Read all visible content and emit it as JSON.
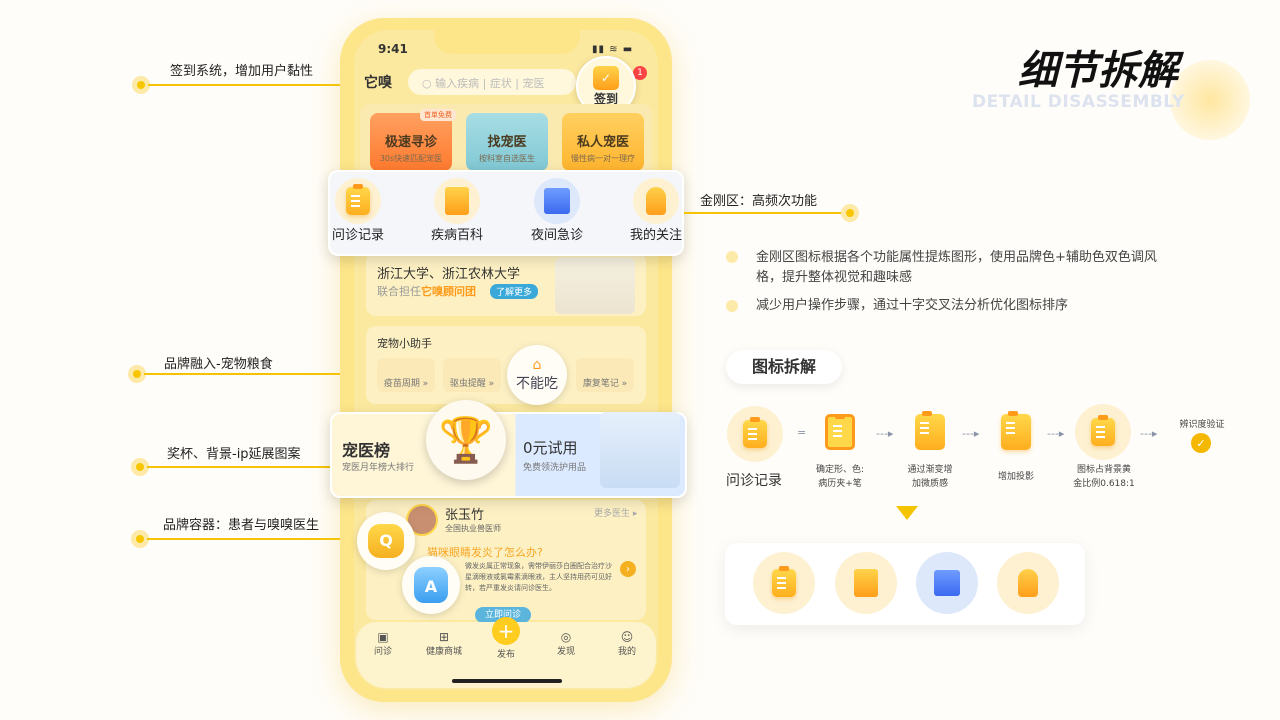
{
  "annotations": {
    "checkin": "签到系统，增加用户黏性",
    "brand_food": "品牌融入-宠物粮食",
    "trophy": "奖杯、背景-ip延展图案",
    "container": "品牌容器：患者与嗅嗅医生",
    "kingkong": "金刚区：高频次功能"
  },
  "header": {
    "title": "细节拆解",
    "subtitle": "DETAIL DISASSEMBLY"
  },
  "bullets": [
    "金刚区图标根据各个功能属性提炼图形，使用品牌色+辅助色双色调风格，提升整体视觉和趣味感",
    "减少用户操作步骤，通过十字交叉法分析优化图标排序"
  ],
  "icon_section": {
    "title": "图标拆解",
    "main_label": "问诊记录",
    "equals": "=",
    "steps": [
      "确定形、色:\n病历夹+笔",
      "通过渐变增\n加微质感",
      "增加投影",
      "图标占背景黄\n金比例0.618:1"
    ],
    "verify": "辨识度验证"
  },
  "phone": {
    "time": "9:41",
    "logo": "它嗅",
    "search_placeholder": "输入疾病 | 症状 | 宠医",
    "checkin_label": "签到",
    "badge": "1",
    "quick": [
      {
        "title": "极速寻诊",
        "sub": "30s快速匹配宠医",
        "tag": "首单免费",
        "color": "#ff8a3d"
      },
      {
        "title": "找宠医",
        "sub": "按科室自选医生",
        "color": "#8fd0da"
      },
      {
        "title": "私人宠医",
        "sub": "慢性病一对一理疗",
        "color": "#ffc53d"
      }
    ],
    "kingkong": [
      "问诊记录",
      "疾病百科",
      "夜间急诊",
      "我的关注"
    ],
    "banner": {
      "title": "浙江大学、浙江农林大学",
      "line_prefix": "联合担任",
      "line_brand": "它嗅顾问团",
      "button": "了解更多"
    },
    "assistant": {
      "title": "宠物小助手",
      "items": [
        "疫苗周期 »",
        "驱虫提醒 »",
        "不能吃",
        "康复笔记 »"
      ]
    },
    "rank": {
      "title": "宠医榜",
      "sub": "宠医月年榜大排行",
      "trial_title": "0元试用",
      "trial_sub": "免费领洗护用品"
    },
    "doctor": {
      "name": "张玉竹",
      "cert": "全国执业兽医师",
      "more": "更多医生 ▸",
      "question": "猫咪眼睛发炎了怎么办?",
      "answer": "微发炎属正常现象，需带伊丽莎白圈配合治疗沙星滴眼液或氯霉素滴眼液，主人坚持用药可见好转，若严重发炎请问诊医生。",
      "button": "立即问诊"
    },
    "nav": [
      "问诊",
      "健康商城",
      "发布",
      "发现",
      "我的"
    ]
  },
  "colors": {
    "brand": "#f5c400",
    "accent": "#ff9a1a",
    "blue": "#4a78f0"
  }
}
